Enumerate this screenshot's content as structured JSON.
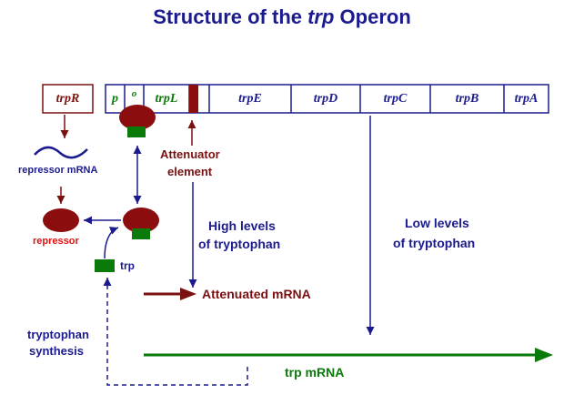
{
  "title": {
    "prefix": "Structure of the ",
    "gene": "trp",
    "suffix": " Operon"
  },
  "operon": {
    "p": "p",
    "o": "o",
    "trpL": "trpL",
    "trpE": "trpE",
    "trpD": "trpD",
    "trpC": "trpC",
    "trpB": "trpB",
    "trpA": "trpA"
  },
  "regulator_gene": "trpR",
  "labels": {
    "repressor_mrna": "repressor mRNA",
    "repressor": "repressor",
    "trp": "trp",
    "attenuator_line1": "Attenuator",
    "attenuator_line2": "element",
    "high_line1": "High levels",
    "high_line2": "of tryptophan",
    "low_line1": "Low levels",
    "low_line2": "of tryptophan",
    "attenuated_mrna": "Attenuated mRNA",
    "synthesis_line1": "tryptophan",
    "synthesis_line2": "synthesis",
    "trp_mrna": "trp mRNA"
  },
  "colors": {
    "navy": "#1b1b8f",
    "maroon": "#7a1010",
    "red": "#e01010",
    "green": "#0a7a0a",
    "repressor_fill": "#8b0d0d"
  }
}
